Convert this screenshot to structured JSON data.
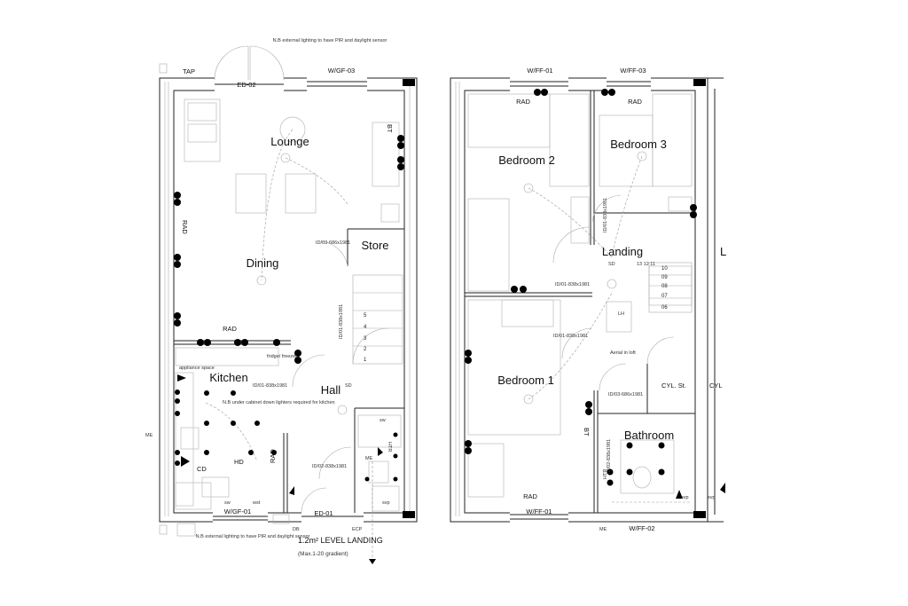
{
  "ground_floor": {
    "rooms": {
      "lounge": "Lounge",
      "dining": "Dining",
      "kitchen": "Kitchen",
      "hall": "Hall",
      "store": "Store"
    },
    "labels": {
      "tap": "TAP",
      "ed02": "ED-02",
      "wgf03": "W/GF-03",
      "wgf01": "W/GF-01",
      "ed01": "ED-01",
      "bt": "BT",
      "rad_left": "RAD",
      "rad_dining": "RAD",
      "rad_hall": "RAD",
      "id03": "ID/03-686x1981",
      "id01_vert": "ID/01-838x1981",
      "id01_kitchen": "ID/01-838x1981",
      "id02": "ID/02-838x1981",
      "sd": "SD",
      "fridge": "fridge/ freezer",
      "appliance": "appliance space",
      "cd": "CD",
      "hd": "HD",
      "sw_kitchen": "sw",
      "wst": "wst",
      "me_left": "ME",
      "me_hall": "ME",
      "sw_hall": "sw",
      "htr": "HTR",
      "svp": "svp",
      "db": "DB",
      "ecp": "ECP",
      "note_top": "N.B external lighting to have PIR and daylight sensor",
      "note_bottom": "N.B external lighting to have PIR and daylight sensor",
      "note_kitchen": "N.B under cabinet down lighters required for kitchen",
      "landing_title": "1.2m² LEVEL LANDING",
      "landing_sub": "(Max.1-20 gradient)"
    },
    "stair_numbers": [
      "5",
      "4",
      "3",
      "2",
      "1"
    ]
  },
  "first_floor": {
    "rooms": {
      "bedroom2": "Bedroom 2",
      "bedroom3": "Bedroom 3",
      "landing": "Landing",
      "bedroom1": "Bedroom 1",
      "bathroom": "Bathroom",
      "cyl": "CYL. St.",
      "cyl_partial": "CYL"
    },
    "labels": {
      "wff01_top": "W/FF-01",
      "wff03": "W/FF-03",
      "rad_b2": "RAD",
      "rad_b3": "RAD",
      "rad_b1": "RAD",
      "id01_b3": "ID/01-838x1981",
      "id01_b2": "ID/01-838x1981",
      "id01_b1": "ID/01-838x1981",
      "id03": "ID/03-686x1981",
      "id02": "ID/02-838x1981",
      "sd": "SD",
      "stair_top": "13 12 11",
      "lh": "LH",
      "aerial": "Aerial in loft",
      "bt": "BT",
      "htr": "HTR",
      "wff01_bottom": "W/FF-01",
      "me": "ME",
      "wff02": "W/FF-02",
      "svp": "svp",
      "svp2": "svp",
      "partial_l": "L"
    },
    "stair_numbers": [
      "10",
      "09",
      "08",
      "07",
      "06"
    ]
  }
}
